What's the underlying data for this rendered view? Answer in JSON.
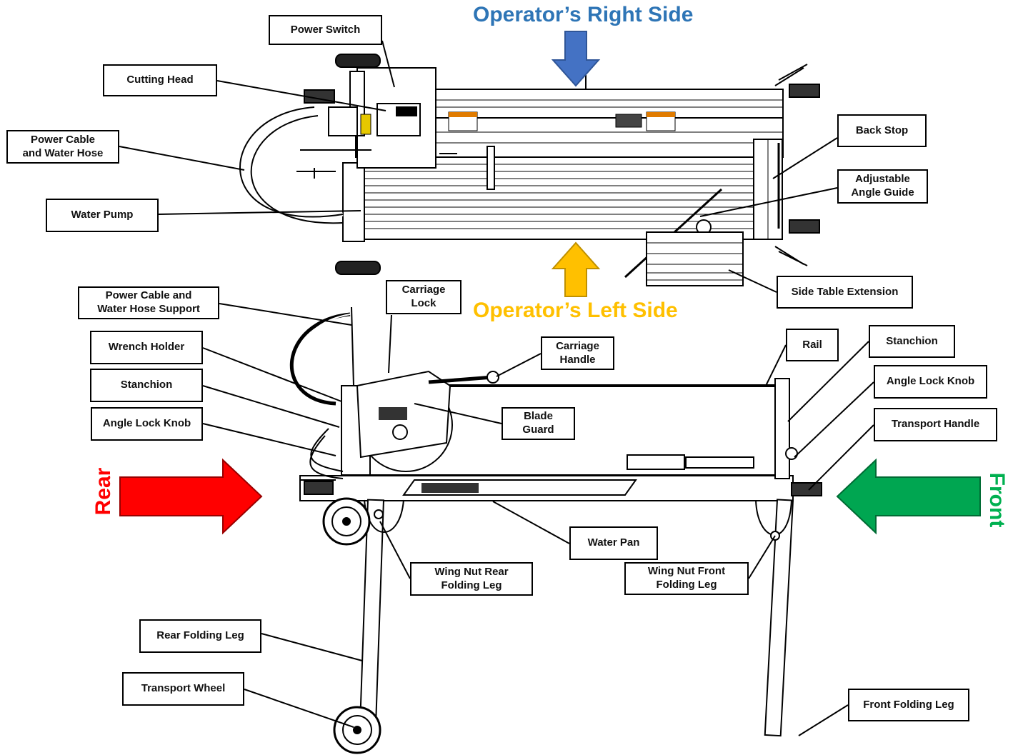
{
  "headings": {
    "operator_right": "Operator’s Right Side",
    "operator_left": "Operator’s Left Side",
    "rear": "Rear",
    "front": "Front"
  },
  "colors": {
    "right_arrow": "#4472C4",
    "left_arrow": "#FFC000",
    "rear_arrow": "#FF0000",
    "front_arrow": "#00A651",
    "right_text": "#2E75B6",
    "left_text": "#FFC000",
    "rear_text": "#FF0000",
    "front_text": "#00B050"
  },
  "labels": {
    "power_switch": "Power Switch",
    "cutting_head": "Cutting Head",
    "power_cable_water_hose": "Power Cable\nand Water Hose",
    "water_pump": "Water Pump",
    "back_stop": "Back Stop",
    "adjustable_angle_guide": "Adjustable\nAngle Guide",
    "side_table_extension": "Side Table Extension",
    "power_cable_hose_support": "Power Cable and\nWater Hose Support",
    "carriage_lock": "Carriage\nLock",
    "wrench_holder": "Wrench Holder",
    "carriage_handle": "Carriage\nHandle",
    "rail": "Rail",
    "stanchion_front": "Stanchion",
    "stanchion_rear": "Stanchion",
    "angle_lock_knob_front": "Angle Lock Knob",
    "angle_lock_knob_rear": "Angle Lock Knob",
    "blade_guard": "Blade\nGuard",
    "transport_handle": "Transport Handle",
    "water_pan": "Water Pan",
    "wing_nut_rear": "Wing Nut Rear\nFolding Leg",
    "wing_nut_front": "Wing Nut Front\nFolding Leg",
    "rear_folding_leg": "Rear Folding Leg",
    "transport_wheel": "Transport Wheel",
    "front_folding_leg": "Front Folding Leg"
  }
}
